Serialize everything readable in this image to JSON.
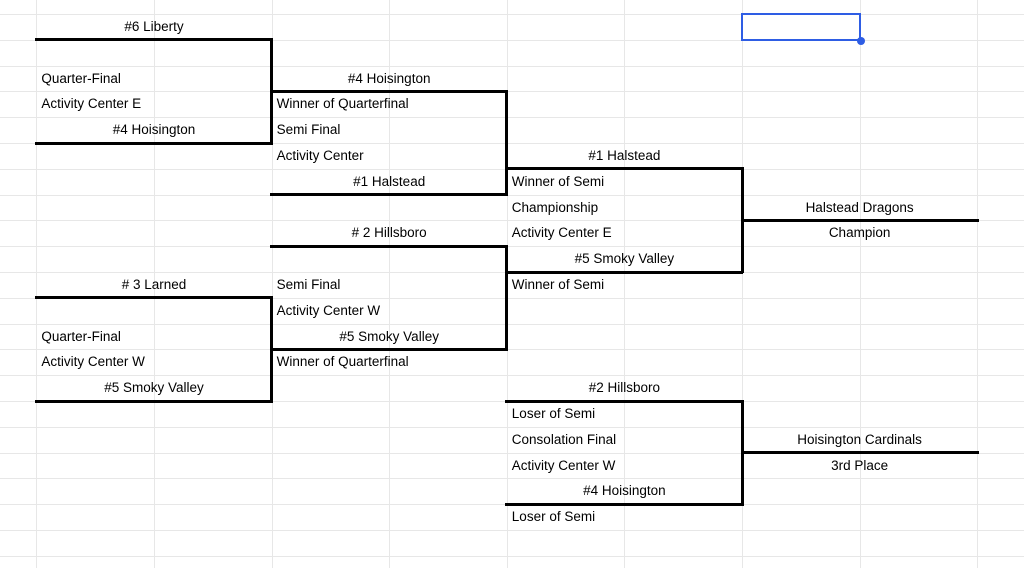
{
  "colors": {
    "accent_blue": "#2e5de4",
    "grid_line": "#e7e7e7",
    "bracket_line": "#000000",
    "text": "#000000"
  },
  "selection": {
    "value": ""
  },
  "bracket": {
    "qf_top": {
      "heading_team": "#6 Liberty",
      "round": "Quarter-Final",
      "venue": "Activity Center E",
      "bottom_team": "#4 Hoisington"
    },
    "sf_top": {
      "heading_team": "#4 Hoisington",
      "slot_top": "Winner of Quarterfinal",
      "round": "Semi Final",
      "venue": "Activity Center",
      "bottom_team": "#1 Halstead"
    },
    "final": {
      "heading_team": "#1 Halstead",
      "slot_top": "Winner of Semi",
      "round": "Championship",
      "venue": "Activity Center E",
      "bottom_team": "#5 Smoky Valley",
      "slot_below": "Winner of Semi"
    },
    "champion": {
      "team": "Halstead Dragons",
      "label": "Champion"
    },
    "sf_bottom": {
      "heading_team": "# 2 Hillsboro",
      "round": "Semi Final",
      "venue": "Activity Center W",
      "bottom_team": "#5 Smoky Valley",
      "slot_below": "Winner of Quarterfinal"
    },
    "qf_bottom": {
      "heading_team": "# 3 Larned",
      "round": "Quarter-Final",
      "venue": "Activity Center W",
      "bottom_team": "#5 Smoky Valley"
    },
    "consolation": {
      "heading_team": "#2 Hillsboro",
      "slot_top": "Loser of Semi",
      "round": "Consolation Final",
      "venue": "Activity Center W",
      "bottom_team": "#4 Hoisington",
      "slot_below": "Loser of Semi"
    },
    "third": {
      "team": "Hoisington Cardinals",
      "label": "3rd Place"
    }
  }
}
